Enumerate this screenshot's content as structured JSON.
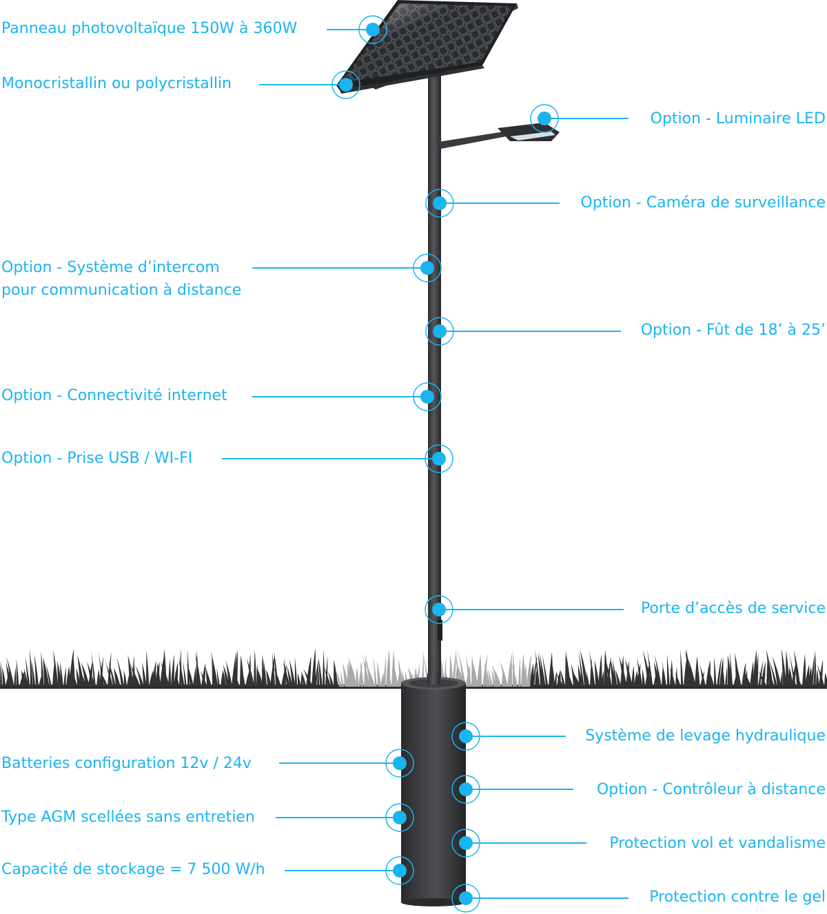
{
  "colors": {
    "accent": "#1ab4f0",
    "pole": "#3a3b3d",
    "ground": "#2b2c2e",
    "grass_dark": "#333333",
    "grass_light": "#a9a9a9"
  },
  "callouts": [
    {
      "id": "solar-panel-power",
      "text": "Panneau photovoltaïque 150W à 360W"
    },
    {
      "id": "panel-cell-type",
      "text": "Monocristallin ou polycristallin"
    },
    {
      "id": "led-luminaire",
      "text": "Option - Luminaire LED"
    },
    {
      "id": "surveillance-camera",
      "text": "Option - Caméra de surveillance"
    },
    {
      "id": "intercom-system",
      "text": "Option - Système d’intercom",
      "text2": "pour communication à distance"
    },
    {
      "id": "pole-shaft",
      "text": "Option - Fût de 18’ à 25’"
    },
    {
      "id": "internet-connectivity",
      "text": "Option - Connectivité internet"
    },
    {
      "id": "usb-wifi-outlet",
      "text": "Option - Prise USB / WI-FI"
    },
    {
      "id": "service-access-door",
      "text": "Porte d’accès de service"
    },
    {
      "id": "hydraulic-lift",
      "text": "Système de levage hydraulique"
    },
    {
      "id": "battery-config",
      "text": "Batteries configuration 12v / 24v"
    },
    {
      "id": "remote-controller",
      "text": "Option - Contrôleur à distance"
    },
    {
      "id": "agm-sealed",
      "text": "Type AGM scellées sans entretien"
    },
    {
      "id": "anti-theft",
      "text": "Protection vol et vandalisme"
    },
    {
      "id": "storage-capacity",
      "text": "Capacité de stockage = 7 500 W/h"
    },
    {
      "id": "frost-protection",
      "text": "Protection contre le gel"
    }
  ]
}
